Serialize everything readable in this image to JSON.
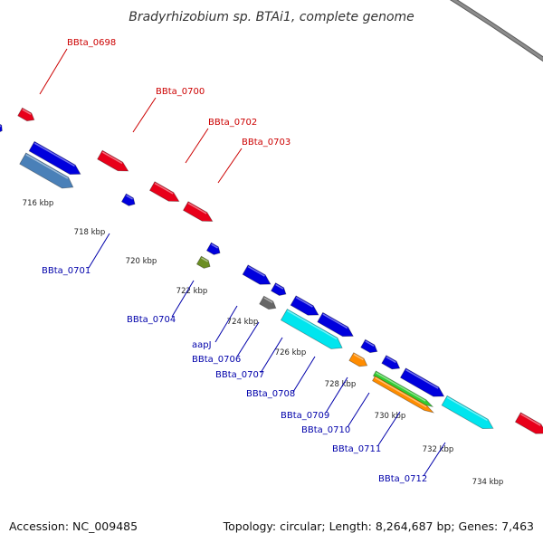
{
  "title": "Bradyrhizobium sp. BTAi1, complete genome",
  "footer": {
    "accession": "Accession: NC_009485",
    "summary": "Topology: circular; Length: 8,264,687 bp; Genes: 7,463"
  },
  "colors": {
    "backbone": "#8c8c8c",
    "tick": "#1e7a1e",
    "forward_label": "#cc0000",
    "reverse_label": "#0000aa",
    "scale_label": "#222222"
  },
  "scale_labels": [
    "716 kbp",
    "718 kbp",
    "720 kbp",
    "722 kbp",
    "724 kbp",
    "726 kbp",
    "728 kbp",
    "730 kbp",
    "732 kbp",
    "734 kbp"
  ],
  "forward_labels": [
    "BBta_0698",
    "BBta_0700",
    "BBta_0702",
    "BBta_0703"
  ],
  "reverse_labels": [
    "BBta_0701",
    "BBta_0704",
    "aapJ",
    "BBta_0706",
    "BBta_0707",
    "BBta_0708",
    "BBta_0709",
    "BBta_0710",
    "BBta_0711",
    "BBta_0712"
  ],
  "features": [
    {
      "color": "#e8001a",
      "strand": "forward"
    },
    {
      "color": "#e8001a",
      "strand": "forward"
    },
    {
      "color": "#e8001a",
      "strand": "forward"
    },
    {
      "color": "#e8001a",
      "strand": "forward"
    },
    {
      "color": "#0000dd",
      "strand": "reverse"
    },
    {
      "color": "#4a80b8",
      "strand": "reverse"
    },
    {
      "color": "#0000dd",
      "strand": "reverse"
    },
    {
      "color": "#0000dd",
      "strand": "reverse"
    },
    {
      "color": "#6b8e23",
      "strand": "reverse"
    },
    {
      "color": "#0000dd",
      "strand": "reverse"
    },
    {
      "color": "#0000dd",
      "strand": "reverse"
    },
    {
      "color": "#666666",
      "strand": "reverse"
    },
    {
      "color": "#0000dd",
      "strand": "reverse"
    },
    {
      "color": "#0000dd",
      "strand": "reverse"
    },
    {
      "color": "#00e5ee",
      "strand": "reverse"
    },
    {
      "color": "#0000dd",
      "strand": "reverse"
    },
    {
      "color": "#ff8c00",
      "strand": "reverse"
    },
    {
      "color": "#0000dd",
      "strand": "reverse"
    },
    {
      "color": "#32cd32",
      "strand": "reverse"
    },
    {
      "color": "#ff8c00",
      "strand": "reverse"
    },
    {
      "color": "#0000dd",
      "strand": "reverse"
    },
    {
      "color": "#0000dd",
      "strand": "reverse"
    },
    {
      "color": "#00e5ee",
      "strand": "forward"
    },
    {
      "color": "#e8001a",
      "strand": "forward"
    }
  ]
}
